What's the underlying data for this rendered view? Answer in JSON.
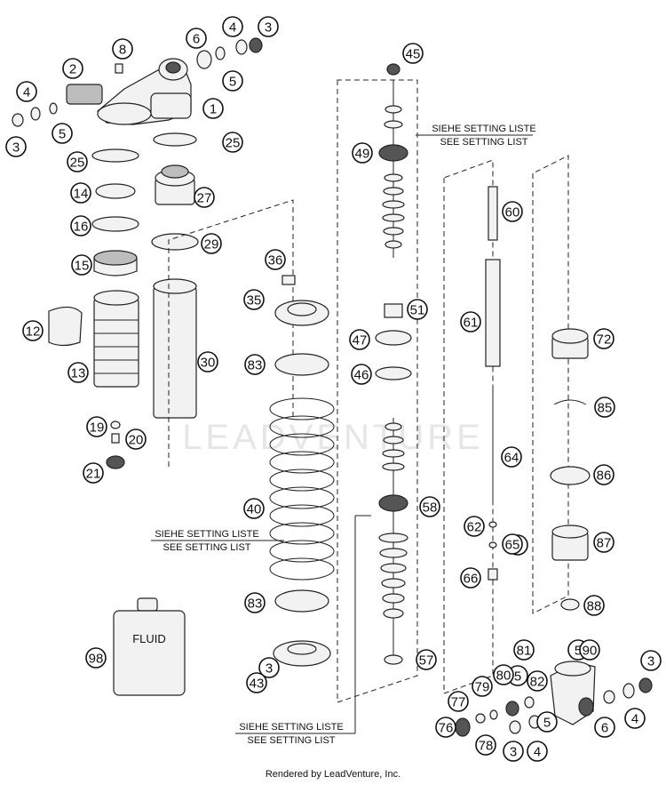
{
  "title": "",
  "watermark": "LEADVENTURE",
  "credit": "Rendered by LeadVenture, Inc.",
  "fluid_label": "FLUID",
  "notes": [
    {
      "line1": "SIEHE SETTING LISTE",
      "line2": "SEE SETTING LIST"
    },
    {
      "line1": "SIEHE SETTING LISTE",
      "line2": "SEE SETTING LIST"
    },
    {
      "line1": "SIEHE SETTING LISTE",
      "line2": "SEE SETTING LIST"
    }
  ],
  "callouts": [
    "1",
    "2",
    "3",
    "3",
    "3",
    "3",
    "3",
    "4",
    "4",
    "4",
    "4",
    "4",
    "5",
    "5",
    "5",
    "5",
    "5",
    "6",
    "6",
    "8",
    "12",
    "13",
    "14",
    "15",
    "16",
    "19",
    "20",
    "21",
    "25",
    "25",
    "27",
    "29",
    "30",
    "35",
    "36",
    "40",
    "43",
    "45",
    "46",
    "47",
    "49",
    "51",
    "57",
    "58",
    "60",
    "61",
    "62",
    "64",
    "65",
    "66",
    "72",
    "76",
    "77",
    "78",
    "79",
    "80",
    "81",
    "82",
    "83",
    "83",
    "85",
    "86",
    "87",
    "88",
    "90",
    "98"
  ]
}
